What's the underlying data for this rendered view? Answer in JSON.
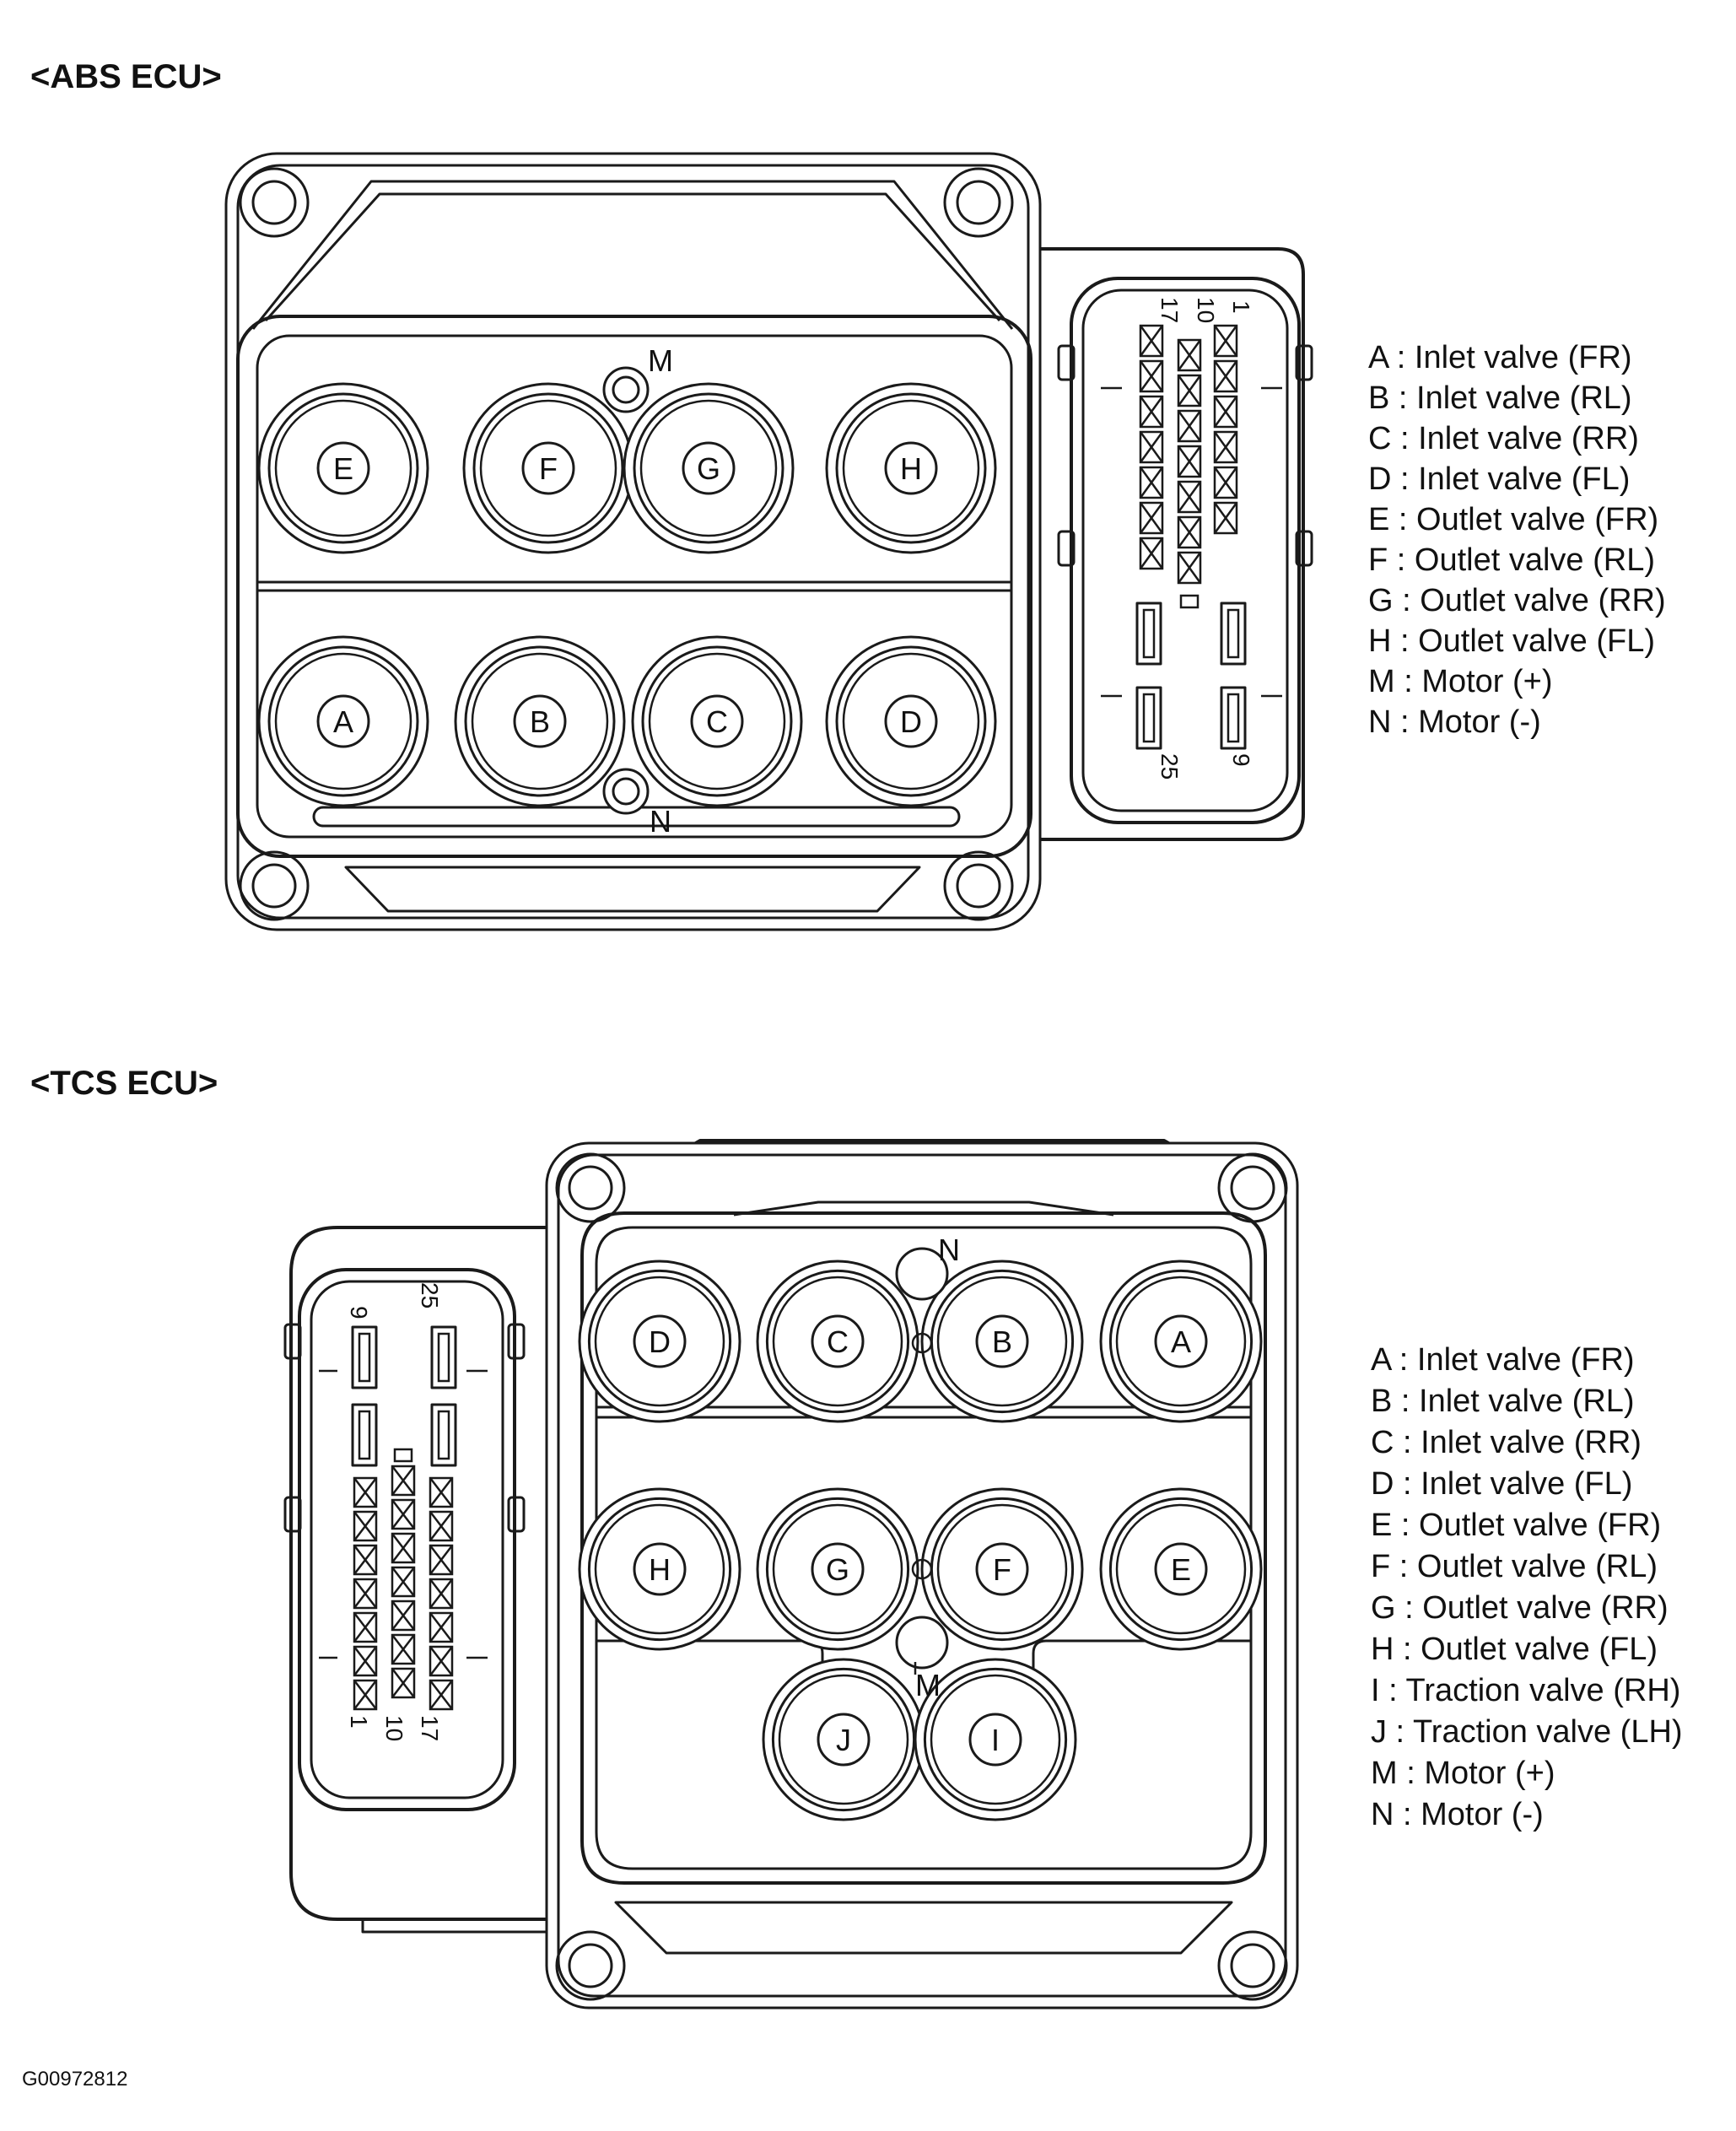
{
  "abs": {
    "title": "<ABS ECU>",
    "valves": {
      "top": [
        "E",
        "F",
        "G",
        "H"
      ],
      "bottom": [
        "A",
        "B",
        "C",
        "D"
      ]
    },
    "motor_plus": "M",
    "motor_minus": "N",
    "pins": {
      "p17": "17",
      "p10": "10",
      "p1": "1",
      "p25": "25",
      "p9": "9"
    },
    "legend": [
      "A : Inlet valve (FR)",
      "B : Inlet valve (RL)",
      "C : Inlet valve (RR)",
      "D : Inlet valve (FL)",
      "E : Outlet valve (FR)",
      "F : Outlet valve (RL)",
      "G : Outlet valve (RR)",
      "H : Outlet valve (FL)",
      "M : Motor (+)",
      "N : Motor (-)"
    ]
  },
  "tcs": {
    "title": "<TCS ECU>",
    "valves": {
      "top": [
        "D",
        "C",
        "B",
        "A"
      ],
      "middle": [
        "H",
        "G",
        "F",
        "E"
      ],
      "bottom": [
        "J",
        "I"
      ]
    },
    "motor_plus": "M",
    "motor_minus": "N",
    "pins": {
      "p9": "9",
      "p25": "25",
      "p1": "1",
      "p10": "10",
      "p17": "17"
    },
    "legend": [
      "A : Inlet valve (FR)",
      "B : Inlet valve (RL)",
      "C : Inlet valve (RR)",
      "D : Inlet valve (FL)",
      "E : Outlet valve (FR)",
      "F : Outlet valve (RL)",
      "G : Outlet valve (RR)",
      "H : Outlet valve (FL)",
      "I : Traction valve (RH)",
      "J : Traction valve (LH)",
      "M : Motor (+)",
      "N : Motor (-)"
    ]
  },
  "figure_id": "G00972812"
}
